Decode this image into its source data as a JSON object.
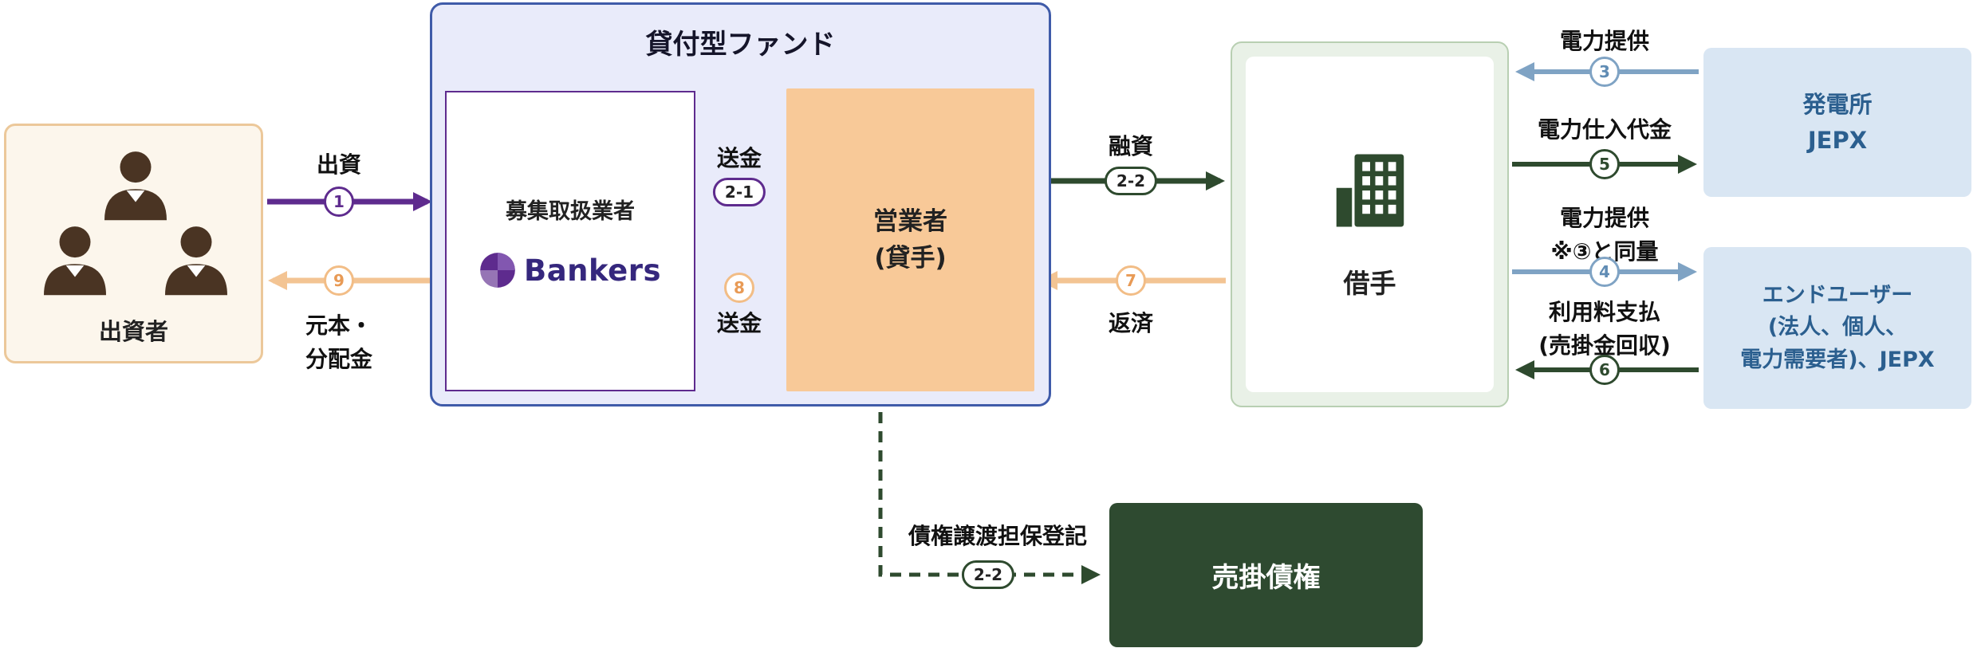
{
  "colors": {
    "purple_arrow": "#5e2b8e",
    "peach_arrow": "#f3c493",
    "dark_green_arrow": "#2e4a2e",
    "steel_blue_arrow": "#7fa3c4",
    "fund_fill": "#e9ebfa",
    "fund_border": "#3f5ba9",
    "investors_fill": "#fcf6ec",
    "investors_border": "#ecc89a",
    "operator_fill": "#f8c998",
    "borrower_fill": "#e9f1e7",
    "blue_box_fill": "#d9e6f3",
    "blue_box_text": "#2b5f8f",
    "receivable_fill": "#2e4a30"
  },
  "nodes": {
    "investors": {
      "label": "出資者"
    },
    "fund": {
      "title": "貸付型ファンド"
    },
    "agent": {
      "label": "募集取扱業者",
      "logo_text": "Bankers"
    },
    "operator": {
      "line1": "営業者",
      "line2": "(貸手)"
    },
    "borrower": {
      "label": "借手"
    },
    "power_plant": {
      "line1": "発電所",
      "line2": "JEPX"
    },
    "end_user": {
      "line1": "エンドユーザー",
      "line2": "(法人、個人、",
      "line3": "電力需要者)、JEPX"
    },
    "receivable": {
      "label": "売掛債権"
    }
  },
  "flows": {
    "investment": {
      "label": "出資",
      "badge": "1"
    },
    "principal": {
      "badge": "9",
      "label_line1": "元本・",
      "label_line2": "分配金"
    },
    "remit_in": {
      "label": "送金",
      "badge": "2-1"
    },
    "remit_back": {
      "label": "送金",
      "badge": "8"
    },
    "loan": {
      "label": "融資",
      "badge": "2-2"
    },
    "repayment": {
      "label": "返済",
      "badge": "7"
    },
    "power_supply_plant": {
      "label": "電力提供",
      "badge": "3"
    },
    "power_purchase": {
      "label": "電力仕入代金",
      "badge": "5"
    },
    "power_supply_user": {
      "label_line1": "電力提供",
      "label_line2": "※③と同量",
      "badge": "4"
    },
    "usage_fee": {
      "label_line1": "利用料支払",
      "label_line2": "(売掛金回収)",
      "badge": "6"
    },
    "collateral": {
      "label": "債権譲渡担保登記",
      "badge": "2-2"
    }
  }
}
